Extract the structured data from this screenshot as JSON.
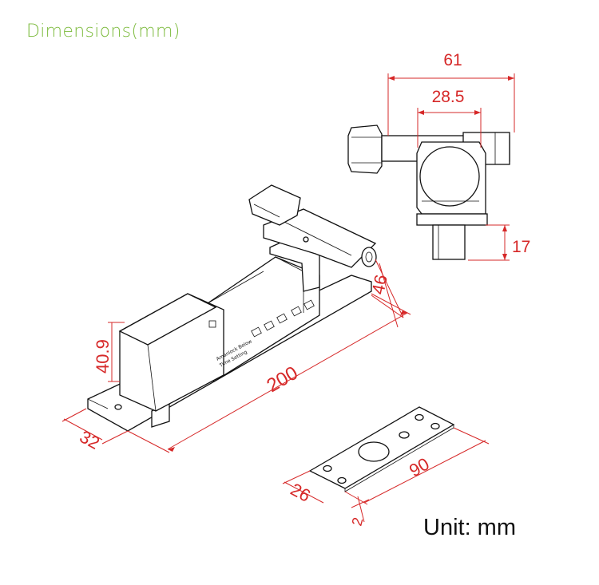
{
  "title": "Dimensions(mm)",
  "unit_label": "Unit: mm",
  "colors": {
    "title": "#7dbb3e",
    "dimension": "#d62828",
    "drawing": "#111111"
  },
  "dimensions": {
    "top_width": "61",
    "top_inner": "28.5",
    "top_height": "17",
    "body_height": "46",
    "front_height": "40.9",
    "length": "200",
    "base_width": "32",
    "plate_length": "90",
    "plate_width": "26",
    "plate_thickness": "2"
  },
  "label_text": {
    "line1": "Amanlock Below",
    "line2": "Time Setting"
  }
}
